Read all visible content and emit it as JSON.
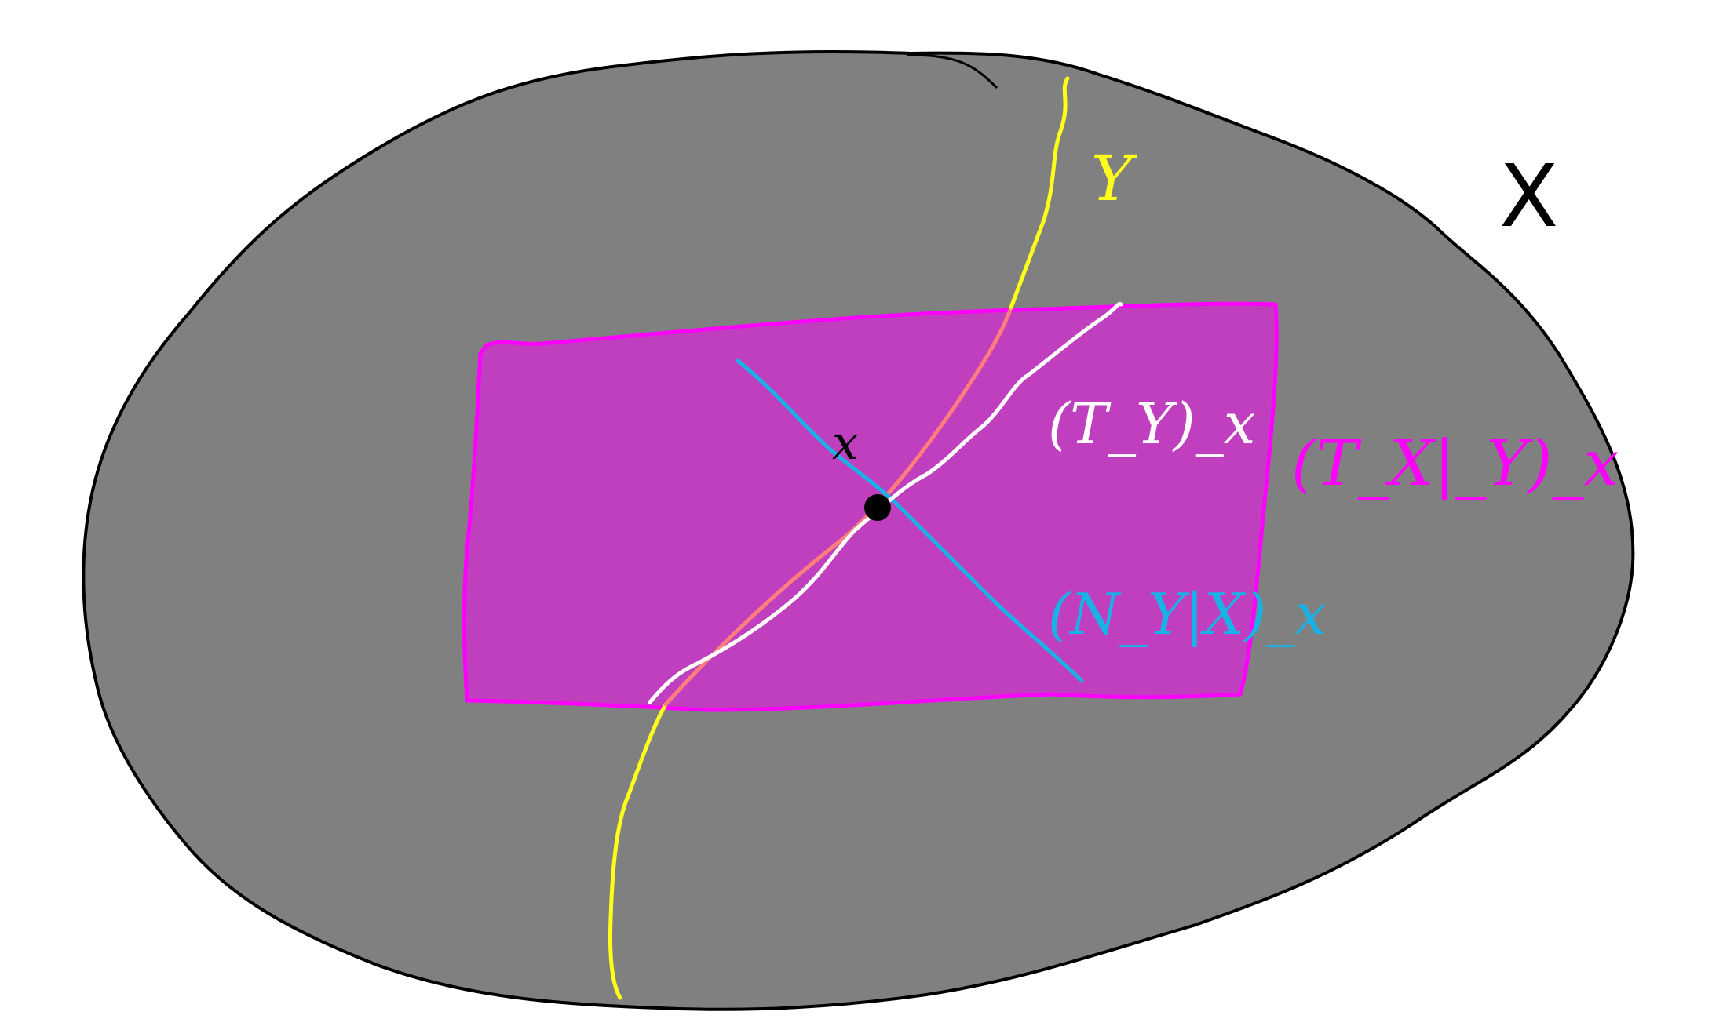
{
  "diagram": {
    "colors": {
      "background": "#ffffff",
      "manifold_fill": "#808080",
      "manifold_outline": "#000000",
      "plane_fill": "#c03fbf",
      "plane_outline": "#ff00ff",
      "submanifold_curve": "#ffff1a",
      "submanifold_inside_plane": "#ff7d7d",
      "tangent_line": "#ffffff",
      "normal_line": "#19b2e6",
      "point": "#000000"
    },
    "labels": {
      "manifold": "X",
      "submanifold": "Y",
      "point": "x",
      "tangent_space_Y": "(T_Y)_x",
      "tangent_space_X_restricted": "(T_X|_Y)_x",
      "normal_space": "(N_Y|X)_x"
    }
  }
}
